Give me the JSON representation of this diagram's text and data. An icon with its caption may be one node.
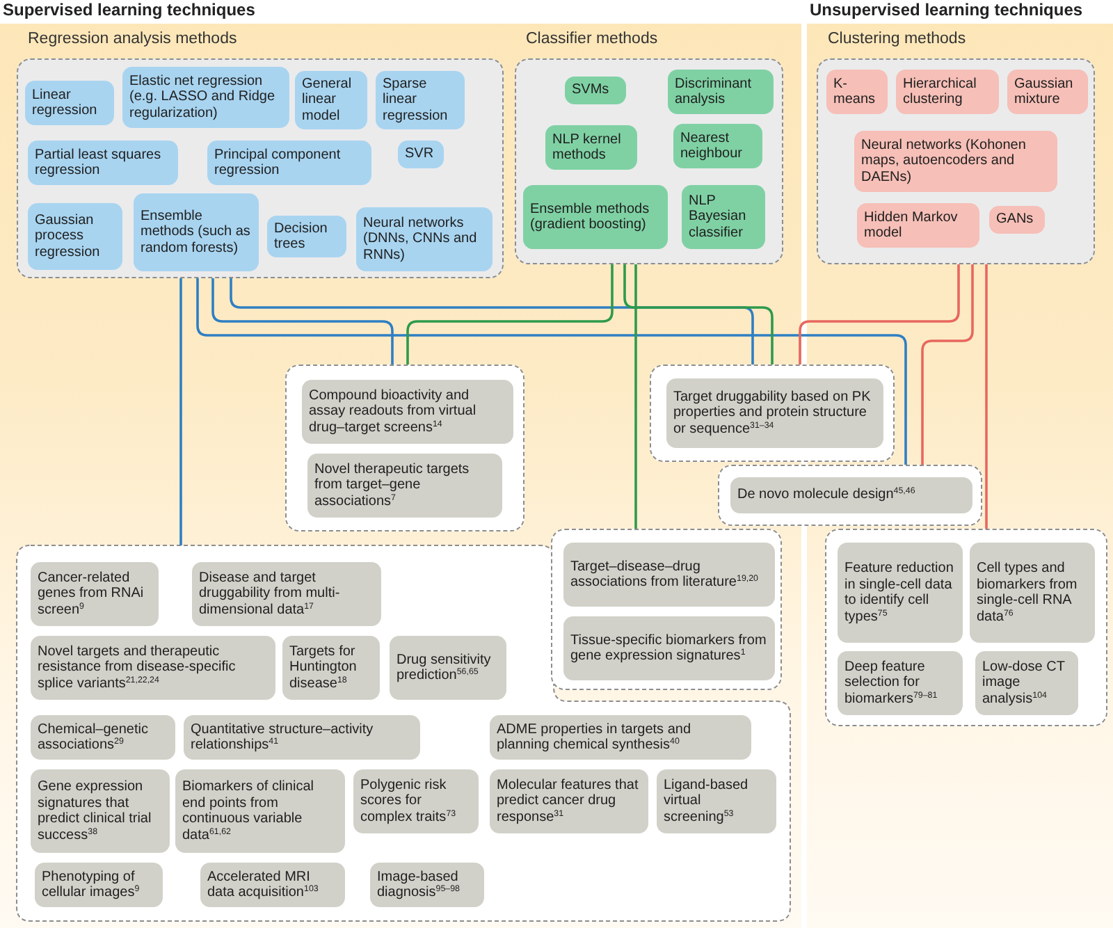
{
  "diagram": {
    "nodes": [
      {
        "text": [
          "Supervised learning techniques"
        ]
      },
      {
        "text": [
          "Regression analysis methods"
        ],
        "in": 0
      },
      {
        "text": [
          "Linear regression"
        ],
        "in": 1
      },
      {
        "text": [
          "Elastic net regression (e.g. LASSO and Ridge regularization)"
        ],
        "in": 1
      },
      {
        "text": [
          "General linear model"
        ],
        "in": 1
      },
      {
        "text": [
          "Sparse linear regression"
        ],
        "in": 1
      },
      {
        "text": [
          "Partial least squares regression"
        ],
        "in": 1
      },
      {
        "text": [
          "Principal component regression"
        ],
        "in": 1
      },
      {
        "text": [
          "SVR"
        ],
        "in": 1
      },
      {
        "text": [
          "Gaussian process regression"
        ],
        "in": 1
      },
      {
        "text": [
          "Ensemble methods (such as random forests)"
        ],
        "in": 1
      },
      {
        "text": [
          "Decision trees"
        ],
        "in": 1
      },
      {
        "text": [
          "Neural networks (DNNs, CNNs and RNNs)"
        ],
        "in": 1
      },
      {
        "text": [
          "Classifier methods"
        ],
        "in": 0
      },
      {
        "text": [
          "SVMs"
        ],
        "in": 13
      },
      {
        "text": [
          "Discriminant analysis"
        ],
        "in": 13
      },
      {
        "text": [
          "NLP kernel methods"
        ],
        "in": 13
      },
      {
        "text": [
          "Nearest neighbour"
        ],
        "in": 13
      },
      {
        "text": [
          "Ensemble methods (gradient boosting)"
        ],
        "in": 13
      },
      {
        "text": [
          "NLP Bayesian classifier"
        ],
        "in": 13
      },
      {
        "text": [
          "Unsupervised learning techniques"
        ]
      },
      {
        "text": [
          "Clustering methods"
        ],
        "in": 20
      },
      {
        "text": [
          "K-means"
        ],
        "in": 21
      },
      {
        "text": [
          "Hierarchical clustering"
        ],
        "in": 21
      },
      {
        "text": [
          "Gaussian mixture"
        ],
        "in": 21
      },
      {
        "text": [
          "Neural networks (Kohonen maps, autoencoders and DAENs)"
        ],
        "in": 21
      },
      {
        "text": [
          "Hidden Markov model"
        ],
        "in": 21
      },
      {
        "text": [
          "GANs"
        ],
        "in": 21
      },
      {
        "text": [],
        "shape": "box",
        "in": 0
      },
      {
        "text": [
          "Compound bioactivity and assay readouts from virtual drug–target screens$^{14}$"
        ],
        "in": 28
      },
      {
        "text": [
          "Novel therapeutic targets from target–gene associations$^{7}$"
        ],
        "in": 28
      },
      {
        "text": [],
        "shape": "box"
      },
      {
        "text": [
          "Target druggability based on PK properties and protein structure or sequence$^{31–34}$"
        ],
        "in": 31
      },
      {
        "text": [],
        "shape": "box"
      },
      {
        "text": [
          "De novo molecule design$^{45,46}$"
        ],
        "in": 33
      },
      {
        "text": [],
        "shape": "box",
        "in": 0
      },
      {
        "text": [
          "Target–disease–drug associations from literature$^{19,20}$"
        ],
        "in": 35
      },
      {
        "text": [
          "Tissue-specific biomarkers from gene expression signatures$^{1}$"
        ],
        "in": 35
      },
      {
        "text": [],
        "shape": "box",
        "in": 0
      },
      {
        "text": [
          "Cancer-related genes from RNAi screen$^{9}$"
        ],
        "in": 38
      },
      {
        "text": [
          "Disease and target druggability from multi-dimensional data$^{17}$"
        ],
        "in": 38
      },
      {
        "text": [
          "Novel targets and therapeutic resistance from disease-specific splice variants$^{21,22,24}$"
        ],
        "in": 38
      },
      {
        "text": [
          "Targets for Huntington disease$^{18}$"
        ],
        "in": 38
      },
      {
        "text": [
          "Drug sensitivity prediction$^{56,65}$"
        ],
        "in": 38
      },
      {
        "text": [
          "Chemical–genetic associations$^{29}$"
        ],
        "in": 38
      },
      {
        "text": [
          "Quantitative structure–activity relationships$^{41}$"
        ],
        "in": 38
      },
      {
        "text": [
          "ADME properties in targets and planning chemical synthesis$^{40}$"
        ],
        "in": 38
      },
      {
        "text": [
          "Gene expression signatures that predict clinical trial success$^{38}$"
        ],
        "in": 38
      },
      {
        "text": [
          "Biomarkers of clinical end points from continuous variable data$^{61,62}$"
        ],
        "in": 38
      },
      {
        "text": [
          "Polygenic risk scores for complex traits$^{73}$"
        ],
        "in": 38
      },
      {
        "text": [
          "Molecular features that predict cancer drug response$^{31}$"
        ],
        "in": 38
      },
      {
        "text": [
          "Ligand-based virtual screening$^{53}$"
        ],
        "in": 38
      },
      {
        "text": [
          "Phenotyping of cellular images$^{9}$"
        ],
        "in": 38
      },
      {
        "text": [
          "Accelerated MRI data acquisition$^{103}$"
        ],
        "in": 38
      },
      {
        "text": [
          "Image-based diagnosis$^{95–98}$"
        ],
        "in": 38
      },
      {
        "text": [],
        "shape": "box",
        "in": 20
      },
      {
        "text": [
          "Feature reduction in single-cell data to identify cell types$^{75}$"
        ],
        "in": 55
      },
      {
        "text": [
          "Cell types and biomarkers from single-cell RNA data$^{76}$"
        ],
        "in": 55
      },
      {
        "text": [
          "Deep feature selection for biomarkers$^{79–81}$"
        ],
        "in": 55
      },
      {
        "text": [
          "Low-dose CT image analysis$^{104}$"
        ],
        "in": 55
      }
    ],
    "edges": [
      {
        "from": 1,
        "to": 38,
        "arrow": "none"
      },
      {
        "from": 1,
        "to": 33,
        "arrow": "none"
      },
      {
        "from": 1,
        "to": 28,
        "arrow": "none"
      },
      {
        "from": 1,
        "to": 31,
        "arrow": "none"
      },
      {
        "from": 13,
        "to": 28,
        "arrow": "none",
        "color": "#2e9a4c"
      },
      {
        "from": 13,
        "to": 31,
        "arrow": "none",
        "color": "#2e9a4c"
      },
      {
        "from": 13,
        "to": 35,
        "arrow": "none",
        "color": "#2e9a4c"
      },
      {
        "from": 21,
        "to": 31,
        "arrow": "none",
        "color": "#e8675f"
      },
      {
        "from": 21,
        "to": 33,
        "arrow": "none",
        "color": "#e8675f"
      },
      {
        "from": 21,
        "to": 55,
        "arrow": "none",
        "color": "#e8675f"
      }
    ]
  }
}
